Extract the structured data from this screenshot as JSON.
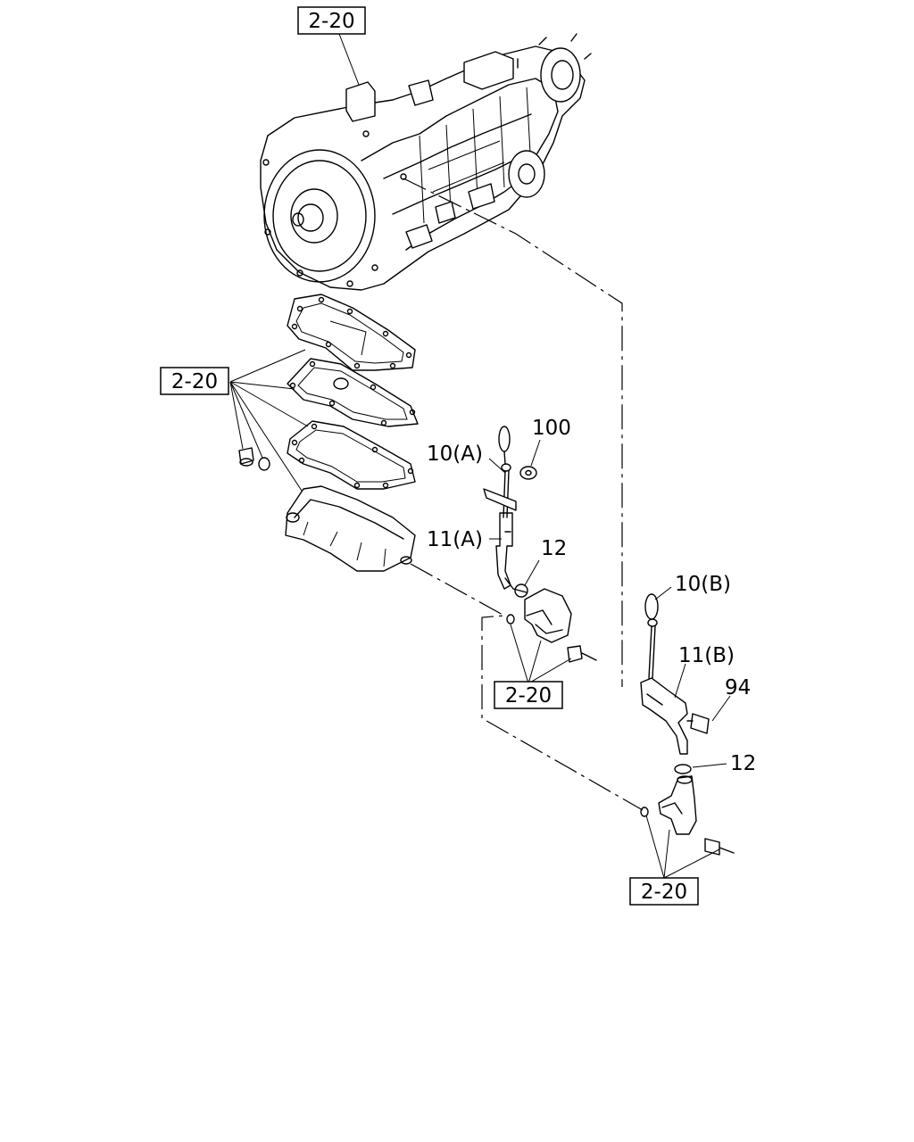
{
  "callouts": {
    "ref_top": "2-20",
    "ref_left": "2-20",
    "ref_mid": "2-20",
    "ref_bottom": "2-20",
    "dipstick_a": "10(A)",
    "seal_100": "100",
    "tube_a": "11(A)",
    "oring_a": "12",
    "dipstick_b": "10(B)",
    "tube_b": "11(B)",
    "bolt_94": "94",
    "oring_b": "12"
  }
}
